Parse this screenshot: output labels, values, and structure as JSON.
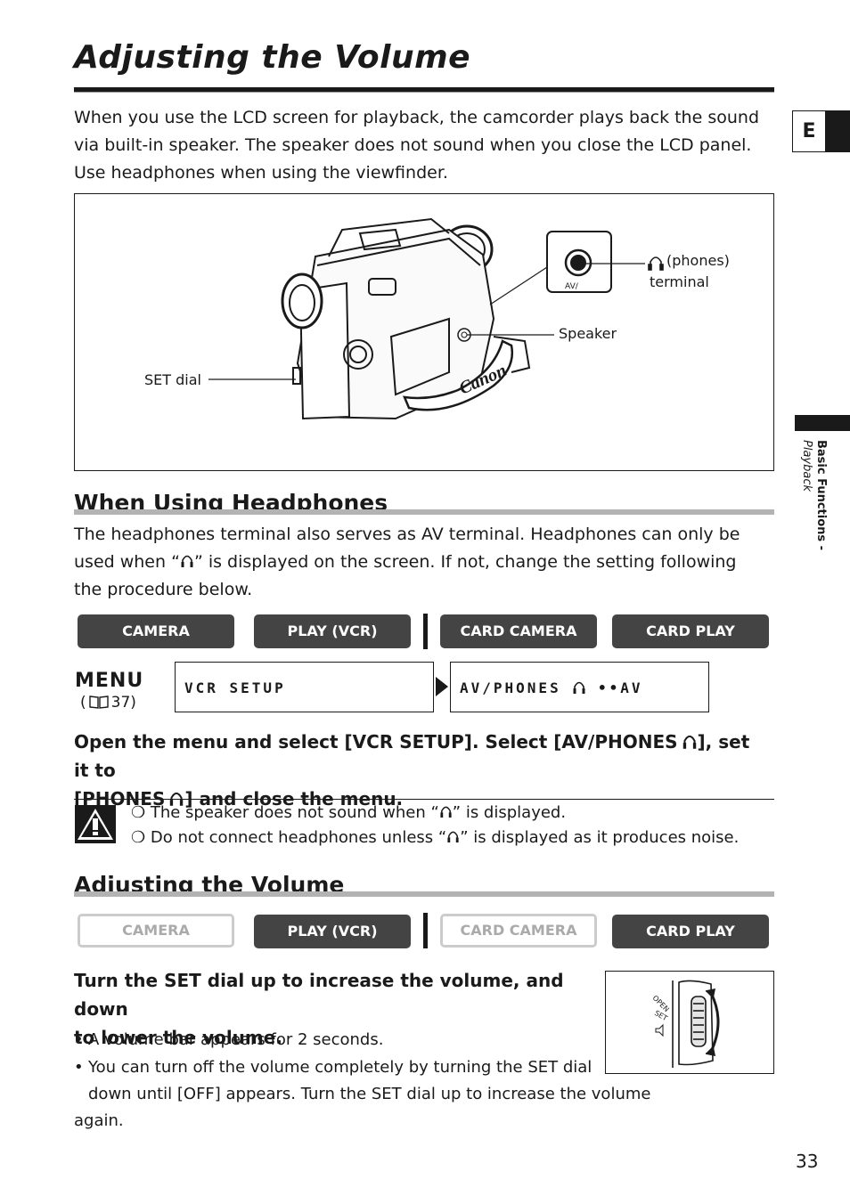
{
  "page": {
    "title": "Adjusting the Volume",
    "intro": "When you use the LCD screen for playback, the camcorder plays back the sound via built-in speaker. The speaker does not sound when you close the LCD panel. Use headphones when using the viewfinder.",
    "lang_tab": "E",
    "side_section": "Basic Functions -",
    "side_subsection": "Playback",
    "page_number": "33"
  },
  "figure": {
    "phones_label": "(phones)",
    "terminal_label": "terminal",
    "speaker_label": "Speaker",
    "set_dial_label": "SET dial",
    "av_label": "AV/",
    "brand": "Canon"
  },
  "headphones": {
    "heading": "When Using Headphones",
    "text_a": "The headphones terminal also serves as AV terminal. Headphones can only be used when “",
    "text_b": "” is displayed on the screen. If not, change the setting following the procedure below."
  },
  "modes_top": [
    "CAMERA",
    "PLAY (VCR)",
    "CARD CAMERA",
    "CARD PLAY"
  ],
  "menu": {
    "word": "MENU",
    "ref_open": "(",
    "ref_page": "37)",
    "box1": "VCR SETUP",
    "box2_a": "AV/PHONES",
    "box2_b": "••AV"
  },
  "instruction": {
    "line1a": "Open the menu and select [VCR SETUP]. Select [AV/PHONES",
    "line1b": "], set it to",
    "line2a": "[PHONES",
    "line2b": "] and close the menu."
  },
  "notes": {
    "note1_a": "❍ The speaker does not sound when “",
    "note1_b": "” is displayed.",
    "note2_a": "❍ Do not connect headphones unless “",
    "note2_b": "” is displayed as it produces noise."
  },
  "volume": {
    "heading": "Adjusting the Volume",
    "instruction_1": "Turn the SET dial up to increase the volume, and down",
    "instruction_2": "to lower the volume.",
    "bullet1": "A volume bar appears for 2 seconds.",
    "bullet2_a": "You can turn off the volume completely by turning the SET dial",
    "bullet2_b": "down until [OFF] appears. Turn the SET dial up to increase the volume again.",
    "dial_open": "OPEN",
    "dial_set": "SET"
  },
  "modes_bottom": [
    "CAMERA",
    "PLAY (VCR)",
    "CARD CAMERA",
    "CARD PLAY"
  ],
  "colors": {
    "mode_active": "#444444",
    "mode_inactive_text": "#aaaaaa",
    "rule_gray": "#b3b3b3"
  }
}
